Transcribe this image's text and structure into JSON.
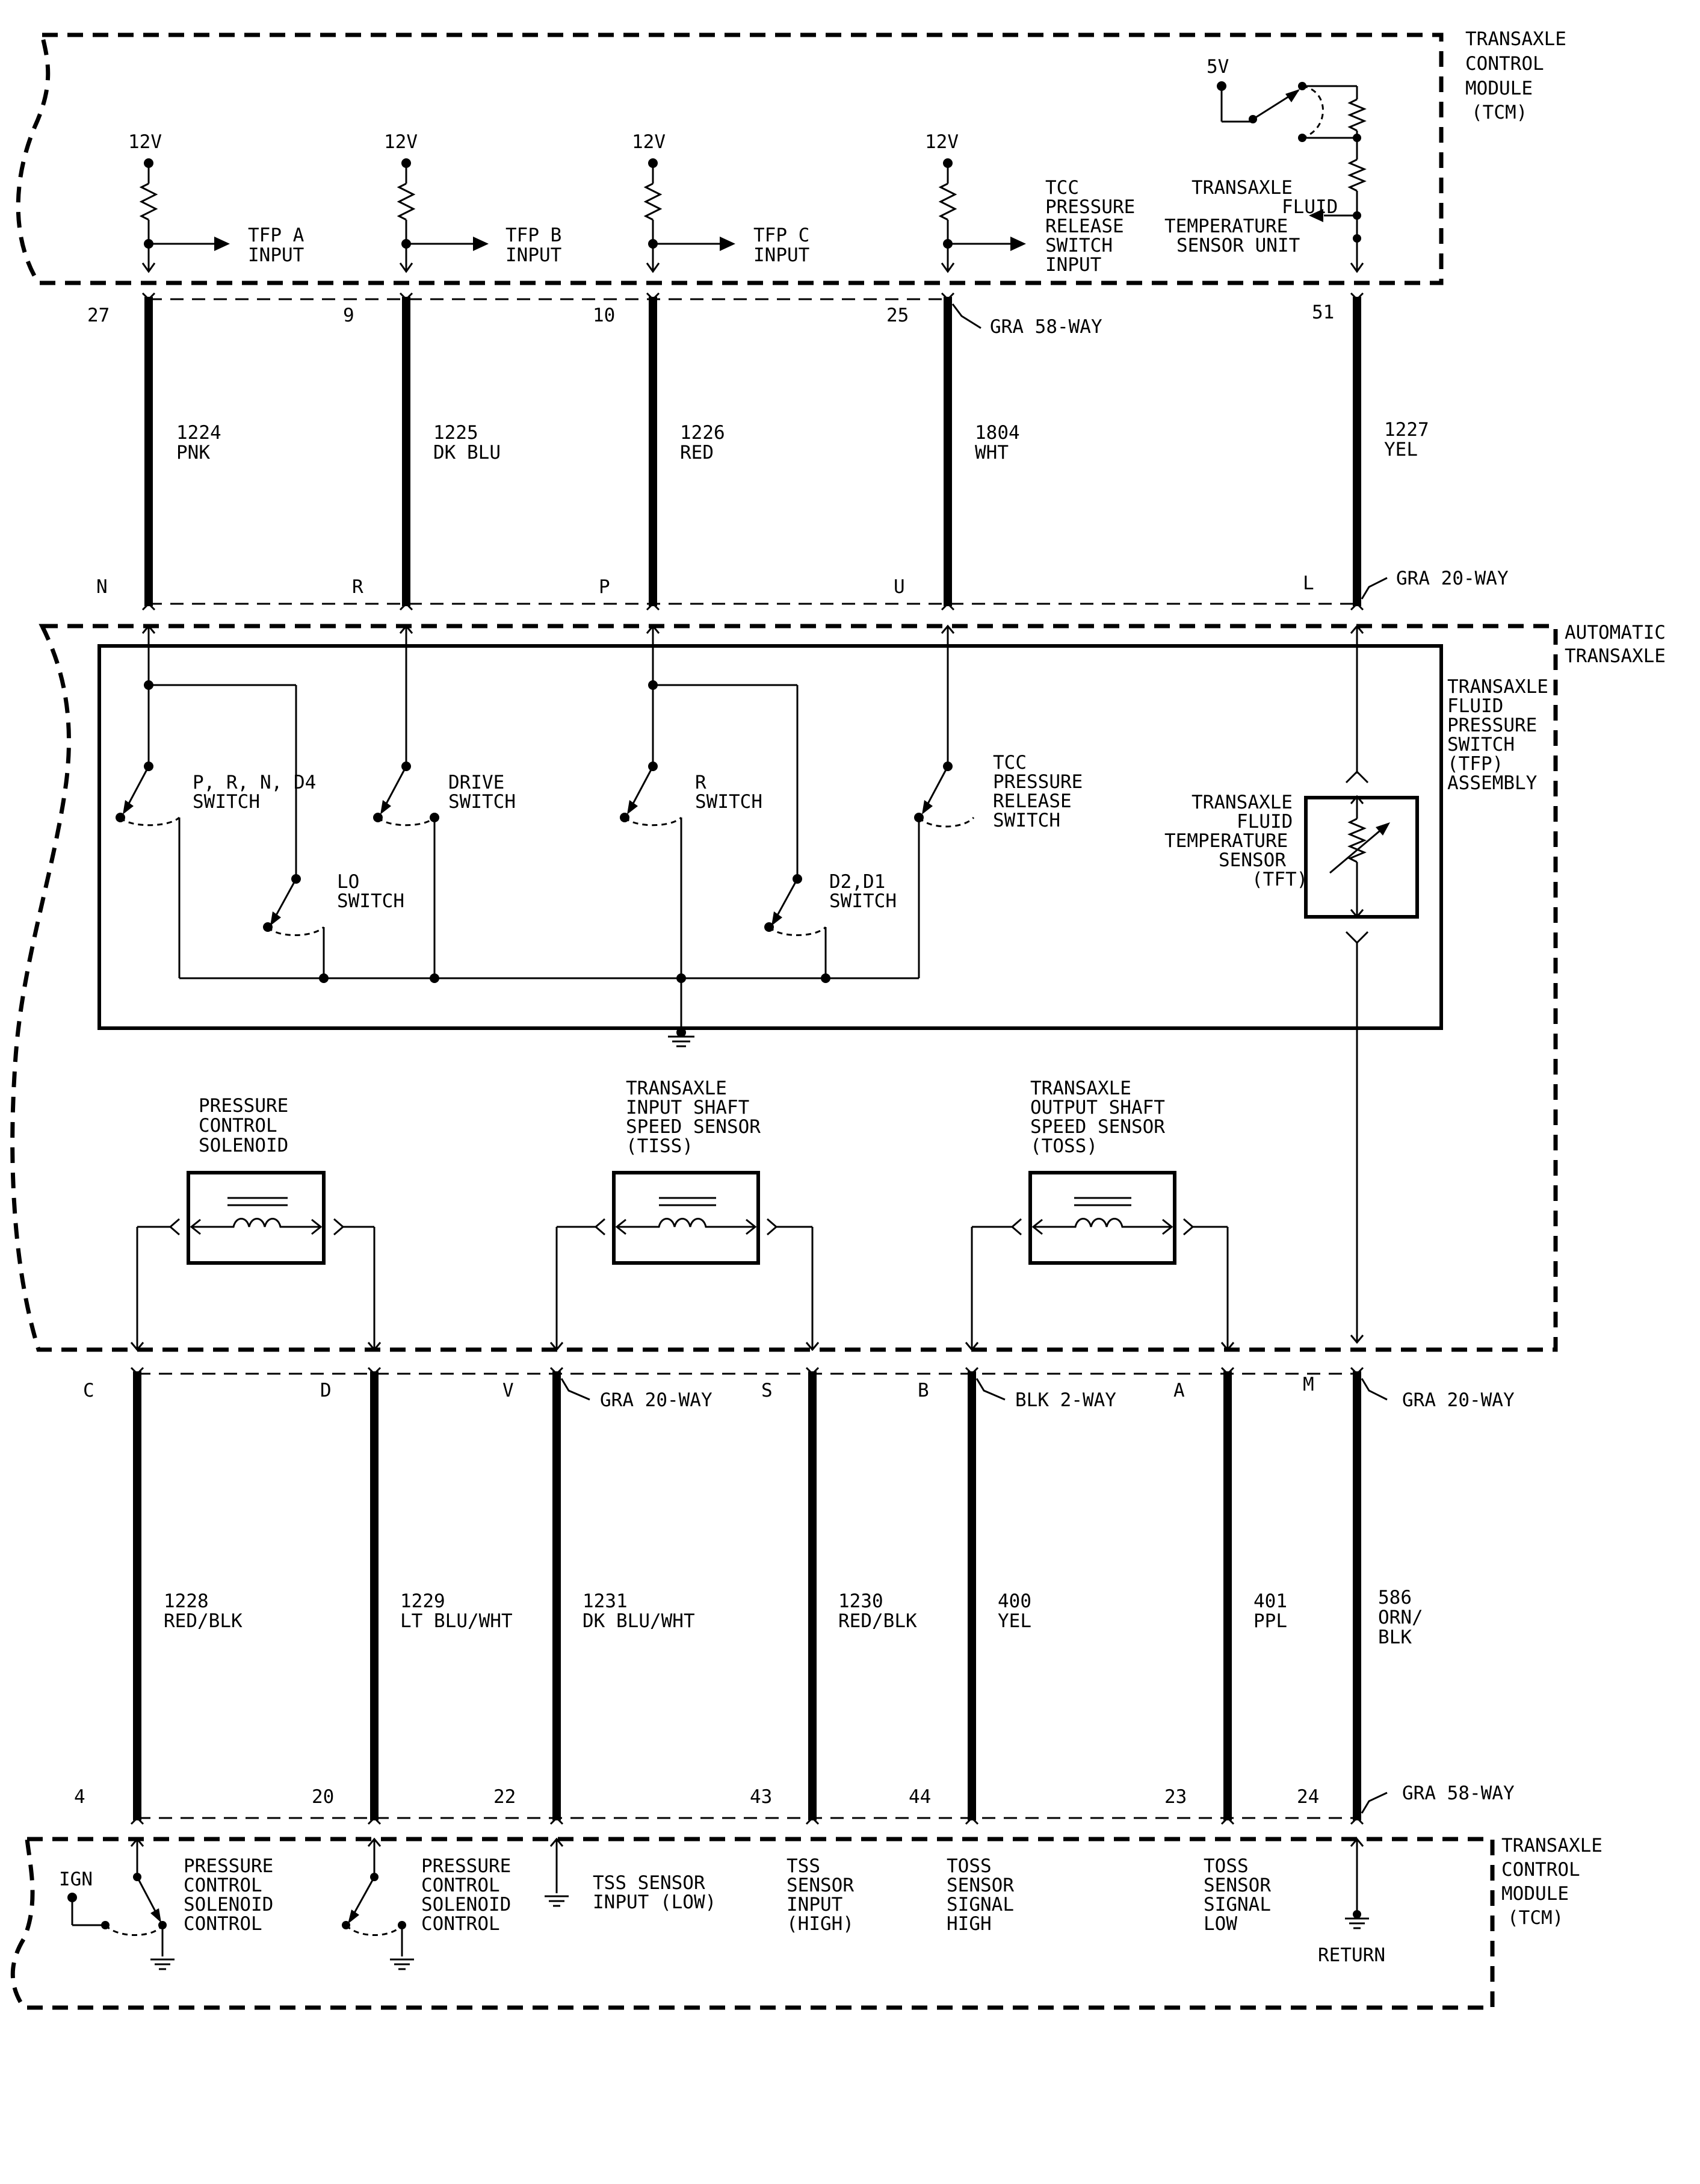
{
  "tcm_top": {
    "title": [
      "TRANSAXLE",
      "CONTROL",
      "MODULE",
      "(TCM)"
    ]
  },
  "automatic_transaxle": {
    "title": [
      "AUTOMATIC",
      "TRANSAXLE"
    ]
  },
  "tcm_bottom": {
    "title": [
      "TRANSAXLE",
      "CONTROL",
      "MODULE",
      "(TCM)"
    ]
  },
  "top_inputs": [
    {
      "voltage": "12V",
      "label": [
        "TFP A",
        "INPUT"
      ]
    },
    {
      "voltage": "12V",
      "label": [
        "TFP B",
        "INPUT"
      ]
    },
    {
      "voltage": "12V",
      "label": [
        "TFP C",
        "INPUT"
      ]
    },
    {
      "voltage": "12V",
      "label": [
        "TCC",
        "PRESSURE",
        "RELEASE",
        "SWITCH",
        "INPUT"
      ]
    }
  ],
  "tft_sensor_unit": {
    "voltage": "5V",
    "label": [
      "TRANSAXLE",
      "FLUID",
      "TEMPERATURE",
      "SENSOR UNIT"
    ]
  },
  "top_wires": [
    {
      "pin_top": "27",
      "pin_bottom": "N",
      "circuit": "1224",
      "color": "PNK"
    },
    {
      "pin_top": "9",
      "pin_bottom": "R",
      "circuit": "1225",
      "color": "DK BLU"
    },
    {
      "pin_top": "10",
      "pin_bottom": "P",
      "circuit": "1226",
      "color": "RED"
    },
    {
      "pin_top": "25",
      "pin_bottom": "U",
      "circuit": "1804",
      "color": "WHT"
    },
    {
      "pin_top": "51",
      "pin_bottom": "L",
      "circuit": "1227",
      "color": "YEL"
    }
  ],
  "connectors_top": {
    "tcm": "GRA 58-WAY",
    "transaxle": "GRA 20-WAY"
  },
  "tfp_assembly": {
    "title": [
      "TRANSAXLE",
      "FLUID",
      "PRESSURE",
      "SWITCH",
      "(TFP)",
      "ASSEMBLY"
    ],
    "switches": [
      {
        "label": [
          "P, R, N, D4",
          "SWITCH"
        ]
      },
      {
        "label": [
          "LO",
          "SWITCH"
        ]
      },
      {
        "label": [
          "DRIVE",
          "SWITCH"
        ]
      },
      {
        "label": [
          "R",
          "SWITCH"
        ]
      },
      {
        "label": [
          "D2,D1",
          "SWITCH"
        ]
      },
      {
        "label": [
          "TCC",
          "PRESSURE",
          "RELEASE",
          "SWITCH"
        ]
      }
    ],
    "tft": {
      "label": [
        "TRANSAXLE",
        "FLUID",
        "TEMPERATURE",
        "SENSOR",
        "(TFT)"
      ]
    }
  },
  "solenoids": [
    {
      "label": [
        "PRESSURE",
        "CONTROL",
        "SOLENOID"
      ]
    },
    {
      "label": [
        "TRANSAXLE",
        "INPUT SHAFT",
        "SPEED SENSOR",
        "(TISS)"
      ]
    },
    {
      "label": [
        "TRANSAXLE",
        "OUTPUT SHAFT",
        "SPEED SENSOR",
        "(TOSS)"
      ]
    }
  ],
  "bottom_wires": [
    {
      "pin_top": "C",
      "pin_bottom": "4",
      "circuit": "1228",
      "color": [
        "RED/BLK"
      ]
    },
    {
      "pin_top": "D",
      "pin_bottom": "20",
      "circuit": "1229",
      "color": [
        "LT BLU/WHT"
      ]
    },
    {
      "pin_top": "V",
      "pin_bottom": "22",
      "circuit": "1231",
      "color": [
        "DK BLU/WHT"
      ]
    },
    {
      "pin_top": "S",
      "pin_bottom": "43",
      "circuit": "1230",
      "color": [
        "RED/BLK"
      ]
    },
    {
      "pin_top": "B",
      "pin_bottom": "44",
      "circuit": "400",
      "color": [
        "YEL"
      ]
    },
    {
      "pin_top": "A",
      "pin_bottom": "23",
      "circuit": "401",
      "color": [
        "PPL"
      ]
    },
    {
      "pin_top": "M",
      "pin_bottom": "24",
      "circuit": "586",
      "color": [
        "ORN/",
        "BLK"
      ]
    }
  ],
  "connectors_bottom": {
    "tiss": "GRA 20-WAY",
    "toss": "BLK 2-WAY",
    "tft": "GRA 20-WAY",
    "tcm": "GRA 58-WAY"
  },
  "tcm_bottom_circuits": [
    {
      "label": [
        "PRESSURE",
        "CONTROL",
        "SOLENOID",
        "CONTROL"
      ],
      "supply": "IGN"
    },
    {
      "label": [
        "PRESSURE",
        "CONTROL",
        "SOLENOID",
        "CONTROL"
      ]
    },
    {
      "label": [
        "TSS SENSOR",
        "INPUT (LOW)"
      ]
    },
    {
      "label": [
        "TSS",
        "SENSOR",
        "INPUT",
        "(HIGH)"
      ]
    },
    {
      "label": [
        "TOSS",
        "SENSOR",
        "SIGNAL",
        "HIGH"
      ]
    },
    {
      "label": [
        "TOSS",
        "SENSOR",
        "SIGNAL",
        "LOW"
      ]
    },
    {
      "label": [
        "RETURN"
      ]
    }
  ]
}
